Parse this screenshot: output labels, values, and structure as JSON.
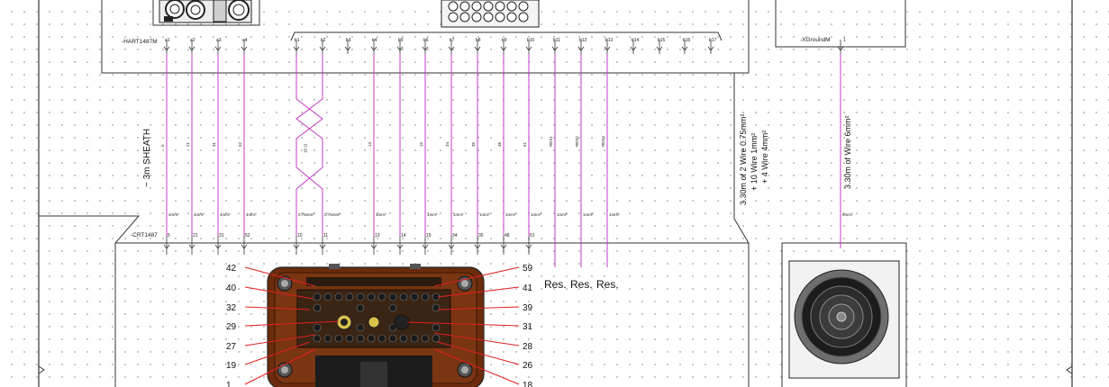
{
  "top_connector": {
    "name": "-HART1487M",
    "pins_a": [
      "a1",
      "a2",
      "a3",
      "a4"
    ],
    "pins_b": [
      "b1",
      "b2",
      "b3",
      "b4",
      "b5",
      "b6",
      "b7",
      "b8",
      "b9",
      "b10",
      "b11",
      "b12",
      "b13",
      "b14",
      "b15",
      "b16",
      "b17"
    ]
  },
  "ground_connector": {
    "name": "-XGroundM",
    "pin": "1"
  },
  "bottom_connector": {
    "name": "-CRT1487",
    "pins": [
      "5",
      "21",
      "31",
      "52",
      "10",
      "11",
      "13",
      "14",
      "15",
      "34",
      "35",
      "48",
      "51"
    ]
  },
  "wires": [
    {
      "label": "5",
      "size": "4mm²"
    },
    {
      "label": "21",
      "size": "4mm²"
    },
    {
      "label": "31",
      "size": "4mm²"
    },
    {
      "label": "52",
      "size": "4mm²"
    },
    {
      "label": "11",
      "size": "0.75mm²"
    },
    {
      "label": "10",
      "size": "0.75mm²"
    },
    {
      "label": "13",
      "size": "1mm²"
    },
    {
      "label": "15",
      "size": "1mm²"
    },
    {
      "label": "34",
      "size": "1mm²"
    },
    {
      "label": "35",
      "size": "1mm²"
    },
    {
      "label": "48",
      "size": "1mm²"
    },
    {
      "label": "51",
      "size": "1mm²"
    },
    {
      "label": "RES1",
      "size": "1mm²"
    },
    {
      "label": "RES2",
      "size": "1mm²"
    },
    {
      "label": "RES3",
      "size": "1mm²"
    }
  ],
  "ground_wire": {
    "size": "6mm²",
    "note": "3.30m of Wire 6mm²"
  },
  "sheath_label": "~ 3m SHEATH",
  "harness_note": [
    "3.30m of 2 Wire 0.75mm²",
    "+ 10 Wire 1mm²",
    "+ 4 Wire 4mm²"
  ],
  "res_labels": [
    "Res.",
    "Res.",
    "Res."
  ],
  "cavities_left": [
    "42",
    "40",
    "32",
    "29",
    "27",
    "19",
    "1"
  ],
  "cavities_right": [
    "59",
    "41",
    "39",
    "31",
    "28",
    "26",
    "18"
  ],
  "colors": {
    "wire": "#c43bc4",
    "callout": "#e02020",
    "frame": "#333333",
    "connector_body": "#6b2c0c"
  }
}
